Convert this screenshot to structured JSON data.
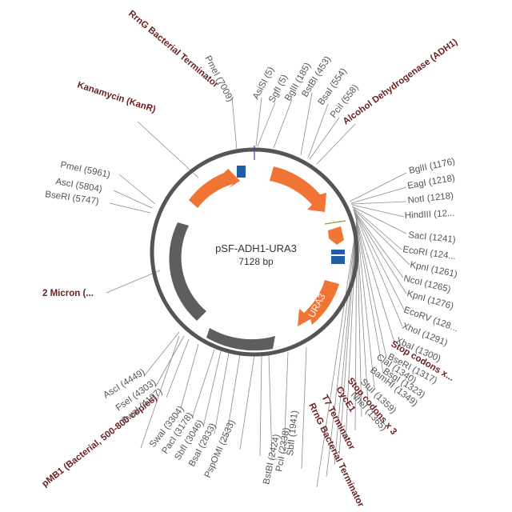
{
  "plasmid": {
    "name": "pSF-ADH1-URA3",
    "length": "7128 bp"
  },
  "colors": {
    "backbone": "#555555",
    "feature_orange": "#f07434",
    "feature_gray": "#5e5e5e",
    "feature_blue": "#1f5fa6",
    "label_dark_red": "#6b1f1f",
    "site_label": "#555555"
  },
  "feature_labels": [
    "RrnG Bacterial Terminator",
    "Kanamycin (KanR)",
    "Alcohol Dehydrogenase (ADH1)",
    "2 Micron (...",
    "Stop codons x...",
    "Stop codons x 3",
    "CycE1",
    "T7 Terminator",
    "RrnG Bacterial Terminator",
    "pMB1 (Bacterial, 500-800 copies)"
  ],
  "inner_label": "URA3",
  "sites": [
    "PmeI (7009)",
    "AsiSI (5)",
    "SgfI (5)",
    "BglII (185)",
    "BstBI (453)",
    "BsaI (554)",
    "PciI (558)",
    "PmeI (5961)",
    "AscI (5804)",
    "BseRI (5747)",
    "BglII (1176)",
    "EagI (1218)",
    "NotI (1218)",
    "HindIII (12...",
    "SacI (1241)",
    "EcoRI (124...",
    "KpnI (1261)",
    "NcoI (1265)",
    "KpnI (1276)",
    "EcoRV (128...",
    "XhoI (1291)",
    "XbaI (1300)",
    "BseRI (1317)",
    "BsgI (1323)",
    "ClaI (1340)",
    "BamHI (1349)",
    "StuI (1359)",
    "NheI (1365)",
    "AscI (4449)",
    "FseI (4303)",
    "SwaI (4197)",
    "SwaI (3304)",
    "PacI (3178)",
    "SbfI (3046)",
    "BsaI (2833)",
    "PspOMI (2533)",
    "BstBI (2424)",
    "PciI (2338)",
    "SbfI (1941)"
  ]
}
